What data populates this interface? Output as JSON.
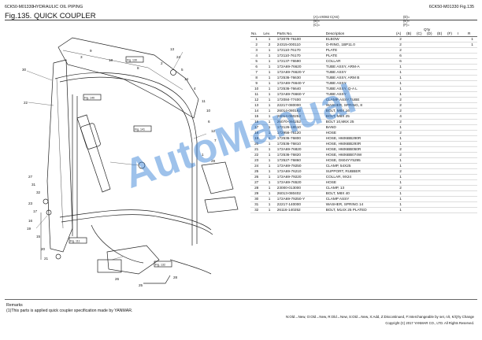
{
  "header": {
    "doc_code": "6CK50-M01330",
    "doc_title": "HYDRAULIC OIL PIPING",
    "fig_title": "Fig.135.  QUICK COUPLER",
    "fig_right": "6CK50-M01330   Fig.135"
  },
  "variants": {
    "a": "(A)=VIO82 C(AS)",
    "b": "(B)=",
    "c": "(C)=",
    "d": "(D)=",
    "e": "(E)=",
    "f": "(F)="
  },
  "table": {
    "headers": {
      "no": "No.",
      "lev": "Lev.",
      "partno": "Parts No.",
      "desc": "Description",
      "qty": "Q'ty",
      "a": "(A)",
      "b": "(B)",
      "c": "(C)",
      "d": "(D)",
      "e": "(E)",
      "f": "(F)",
      "i": "I",
      "r": "R"
    },
    "rows": [
      {
        "no": "1",
        "lev": "1",
        "part": "172079-76100",
        "desc": "ELBOW",
        "qty": "2",
        "i": "",
        "r": "1"
      },
      {
        "no": "2",
        "lev": "2",
        "part": "24315-000110",
        "desc": "O-RING, 1BP11.0",
        "qty": "2",
        "i": "",
        "r": "1"
      },
      {
        "no": "3",
        "lev": "1",
        "part": "172110-76170",
        "desc": "PLATE",
        "qty": "2",
        "i": "",
        "r": ""
      },
      {
        "no": "4",
        "lev": "1",
        "part": "172110-76170",
        "desc": "PLATE",
        "qty": "6",
        "i": "",
        "r": ""
      },
      {
        "no": "5",
        "lev": "1",
        "part": "172137-76590",
        "desc": "COLLAR",
        "qty": "6",
        "i": "",
        "r": ""
      },
      {
        "no": "6",
        "lev": "1",
        "part": "172A69-76620",
        "desc": "TUBE ASSY, ARM-A",
        "qty": "1",
        "i": "",
        "r": ""
      },
      {
        "no": "7",
        "lev": "1",
        "part": "172A69-76620-Y",
        "desc": "TUBE ASSY",
        "qty": "1",
        "i": "",
        "r": ""
      },
      {
        "no": "8",
        "lev": "1",
        "part": "172536-76630",
        "desc": "TUBE ASSY, ARM B",
        "qty": "1",
        "i": "",
        "r": ""
      },
      {
        "no": "9",
        "lev": "1",
        "part": "172A69-76640-Y",
        "desc": "TUBE ASSY",
        "qty": "1",
        "i": "",
        "r": ""
      },
      {
        "no": "10",
        "lev": "1",
        "part": "172536-76640",
        "desc": "TUBE ASSY, Q-A L",
        "qty": "1",
        "i": "",
        "r": ""
      },
      {
        "no": "11",
        "lev": "1",
        "part": "172A69-76660-Y",
        "desc": "TUBE ASSY",
        "qty": "1",
        "i": "",
        "r": ""
      },
      {
        "no": "12",
        "lev": "1",
        "part": "172084-77400",
        "desc": "CLAMP ASSY,TUBE",
        "qty": "2",
        "i": "",
        "r": ""
      },
      {
        "no": "13",
        "lev": "1",
        "part": "22217-080000",
        "desc": "WASHER, SPRING, 8",
        "qty": "2",
        "i": "",
        "r": ""
      },
      {
        "no": "14",
        "lev": "1",
        "part": "26014-080162",
        "desc": "BOLT, M8X 16",
        "qty": "2",
        "i": "",
        "r": ""
      },
      {
        "no": "15",
        "lev": "1",
        "part": "26014-080252",
        "desc": "BOLT, M8X 25",
        "qty": "4",
        "i": "",
        "r": ""
      },
      {
        "no": "16",
        "lev": "1",
        "part": "26070-060252",
        "desc": "BOLT 10,M6X 25",
        "qty": "2",
        "i": "",
        "r": ""
      },
      {
        "no": "17",
        "lev": "1",
        "part": "172126-18510",
        "desc": "BAND",
        "qty": "1",
        "i": "",
        "r": ""
      },
      {
        "no": "18",
        "lev": "1",
        "part": "172956-76120",
        "desc": "HOSE",
        "qty": "2",
        "i": "",
        "r": ""
      },
      {
        "no": "19",
        "lev": "1",
        "part": "172536-76800",
        "desc": "HOSE, H606BB290R",
        "qty": "1",
        "i": "",
        "r": ""
      },
      {
        "no": "20",
        "lev": "1",
        "part": "172536-76810",
        "desc": "HOSE, H606BB293R",
        "qty": "1",
        "i": "",
        "r": ""
      },
      {
        "no": "21",
        "lev": "1",
        "part": "172A69-76820",
        "desc": "HOSE, H606BB050R",
        "qty": "2",
        "i": "",
        "r": ""
      },
      {
        "no": "22",
        "lev": "1",
        "part": "172536-76820",
        "desc": "HOSE, H606BB074W",
        "qty": "2",
        "i": "",
        "r": ""
      },
      {
        "no": "23",
        "lev": "1",
        "part": "172527-76860",
        "desc": "HOSE, G604YY5295",
        "qty": "1",
        "i": "",
        "r": ""
      },
      {
        "no": "24",
        "lev": "1",
        "part": "172A69-79250",
        "desc": "CLAMP, 54X25",
        "qty": "1",
        "i": "",
        "r": ""
      },
      {
        "no": "25",
        "lev": "1",
        "part": "172A69-76210",
        "desc": "SUPPORT, RUBBER",
        "qty": "2",
        "i": "",
        "r": ""
      },
      {
        "no": "26",
        "lev": "1",
        "part": "172A69-79220",
        "desc": "COLLAR, 9X24",
        "qty": "1",
        "i": "",
        "r": ""
      },
      {
        "no": "27",
        "lev": "1",
        "part": "172A69-76520",
        "desc": "HOSE",
        "qty": "1",
        "i": "",
        "r": ""
      },
      {
        "no": "28",
        "lev": "1",
        "part": "23000-013000",
        "desc": "CLAMP, 13",
        "qty": "2",
        "i": "",
        "r": ""
      },
      {
        "no": "29",
        "lev": "1",
        "part": "26013-080402",
        "desc": "BOLT, M8X 40",
        "qty": "1",
        "i": "",
        "r": ""
      },
      {
        "no": "30",
        "lev": "1",
        "part": "172A69-79250-Y",
        "desc": "CLAMP ASSY",
        "qty": "1",
        "i": "",
        "r": ""
      },
      {
        "no": "31",
        "lev": "1",
        "part": "22217-140000",
        "desc": "WASHER, SPRING 14",
        "qty": "1",
        "i": "",
        "r": ""
      },
      {
        "no": "32",
        "lev": "1",
        "part": "26116-140252",
        "desc": "BOLT, M14X 25 PLATED",
        "qty": "1",
        "i": "",
        "r": ""
      }
    ]
  },
  "diagram": {
    "callouts": [
      {
        "id": "30",
        "x": "30"
      },
      {
        "id": "22",
        "x": "22"
      },
      {
        "id": "9",
        "x": "9"
      },
      {
        "id": "3",
        "x": "3"
      },
      {
        "id": "18",
        "x": "18"
      },
      {
        "id": "8",
        "x": "8"
      },
      {
        "id": "2",
        "x": "2"
      },
      {
        "id": "24",
        "x": "24"
      },
      {
        "id": "13",
        "x": "13"
      },
      {
        "id": "5",
        "x": "5"
      },
      {
        "id": "14",
        "x": "14"
      },
      {
        "id": "4",
        "x": "4"
      },
      {
        "id": "11",
        "x": "11"
      },
      {
        "id": "10",
        "x": "10"
      },
      {
        "id": "6",
        "x": "6"
      },
      {
        "id": "12",
        "x": "12"
      },
      {
        "id": "7",
        "x": "7"
      },
      {
        "id": "1",
        "x": "1"
      },
      {
        "id": "29",
        "x": "29"
      },
      {
        "id": "27",
        "x": "27"
      },
      {
        "id": "31",
        "x": "31"
      },
      {
        "id": "32",
        "x": "32"
      },
      {
        "id": "23",
        "x": "23"
      },
      {
        "id": "17",
        "x": "17"
      },
      {
        "id": "16",
        "x": "16"
      },
      {
        "id": "19",
        "x": "19"
      },
      {
        "id": "15",
        "x": "15"
      },
      {
        "id": "20",
        "x": "20"
      },
      {
        "id": "21",
        "x": "21"
      },
      {
        "id": "26",
        "x": "26"
      },
      {
        "id": "25",
        "x": "25"
      },
      {
        "id": "28",
        "x": "28"
      }
    ],
    "fig_refs": [
      "Fig. 140",
      "Fig. 130",
      "Fig. 141",
      "Fig. 131",
      "Fig. 111",
      "Fig. 132",
      "Fig. 140",
      "Fig. 100",
      "Fig. 100",
      "Fig. 100"
    ]
  },
  "watermark": "AutoManual",
  "remarks": {
    "label": "Remarks",
    "text": "(1)This parts is applied quick coupler specification made by YANMAR."
  },
  "legend": "N:Old→New, O:Old→New, R:Old→New, S:Old→New, X:Add, Z:Discontinued, F:Interchangeable by set, n/t, K/Q'ty Change",
  "copyright": "Copyright (C) 2017 YANMAR CO., LTD. All Rights Reserved."
}
